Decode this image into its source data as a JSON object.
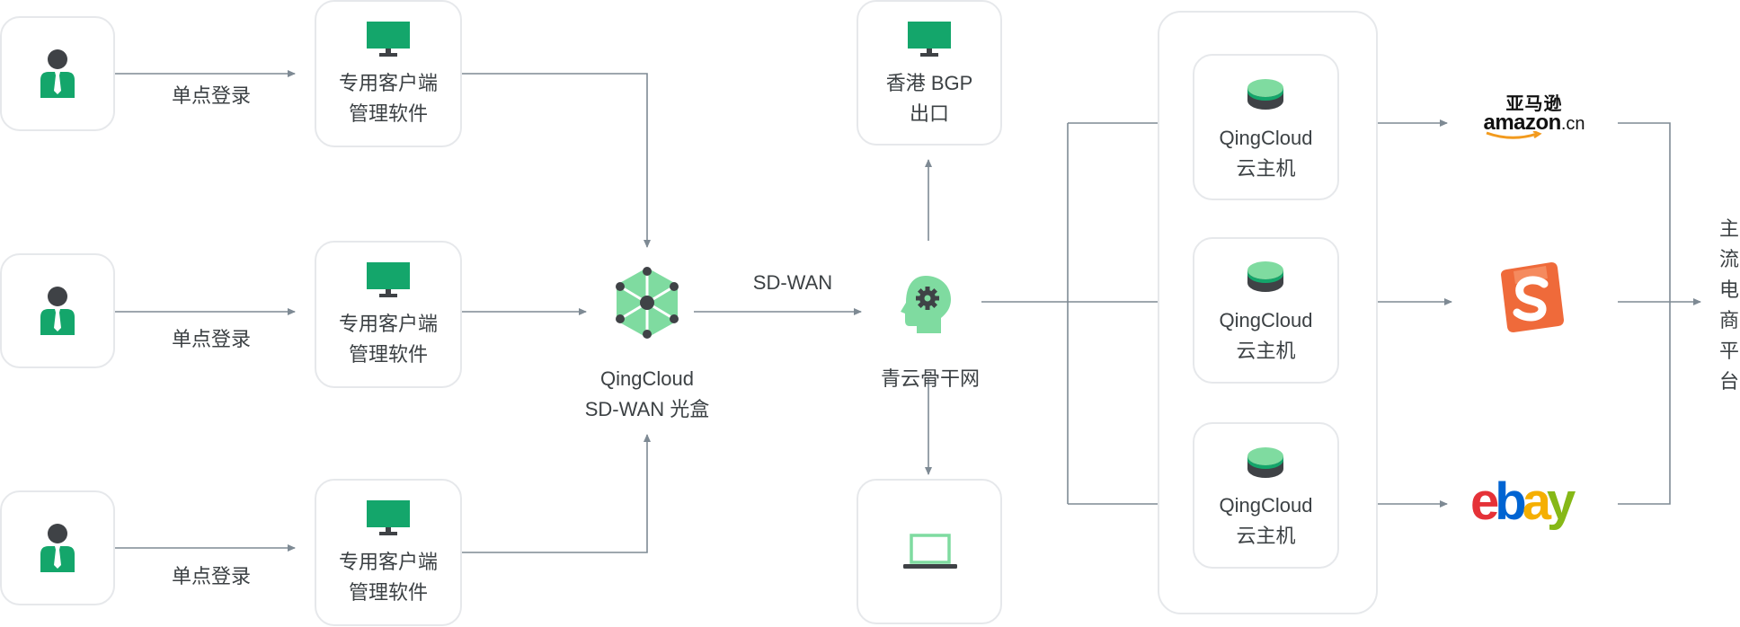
{
  "users": [
    {
      "label": "单点登录"
    },
    {
      "label": "单点登录"
    },
    {
      "label": "单点登录"
    }
  ],
  "clients": [
    {
      "line1": "专用客户端",
      "line2": "管理软件"
    },
    {
      "line1": "专用客户端",
      "line2": "管理软件"
    },
    {
      "line1": "专用客户端",
      "line2": "管理软件"
    }
  ],
  "sdwan_box": {
    "line1": "QingCloud",
    "line2": "SD-WAN 光盒"
  },
  "sdwan_link": "SD-WAN",
  "backbone": {
    "label": "青云骨干网"
  },
  "hk_exit": {
    "line1": "香港 BGP",
    "line2": "出口"
  },
  "hosts": [
    {
      "line1": "QingCloud",
      "line2": "云主机"
    },
    {
      "line1": "QingCloud",
      "line2": "云主机"
    },
    {
      "line1": "QingCloud",
      "line2": "云主机"
    }
  ],
  "platforms": {
    "amazon": {
      "top": "亚马逊",
      "bottom": "amazon",
      "suffix": ".cn"
    },
    "ebay": {
      "e": "e",
      "b": "b",
      "a": "a",
      "y": "y"
    }
  },
  "platforms_label": "主流电商平台",
  "colors": {
    "green": "#14a66b",
    "light_green": "#7fdba0",
    "line": "#7e8a94",
    "box_border": "#e6e8eb",
    "dark": "#3f4246"
  }
}
